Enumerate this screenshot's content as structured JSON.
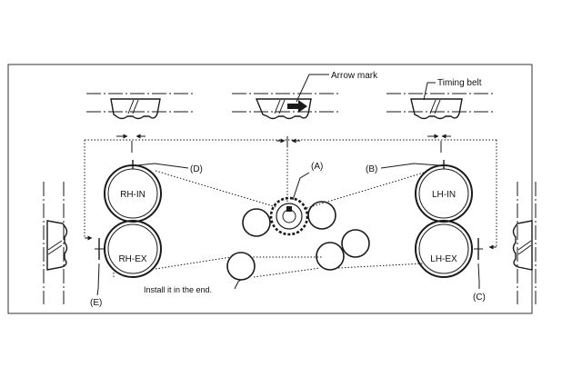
{
  "labels": {
    "arrow_mark": "Arrow mark",
    "timing_belt": "Timing belt",
    "a": "(A)",
    "b": "(B)",
    "c": "(C)",
    "d": "(D)",
    "e": "(E)",
    "rh_in": "RH-IN",
    "rh_ex": "RH-EX",
    "lh_in": "LH-IN",
    "lh_ex": "LH-EX",
    "install_note": "Install it in the end."
  },
  "colors": {
    "line": "#1a1a1a",
    "background": "#ffffff"
  }
}
